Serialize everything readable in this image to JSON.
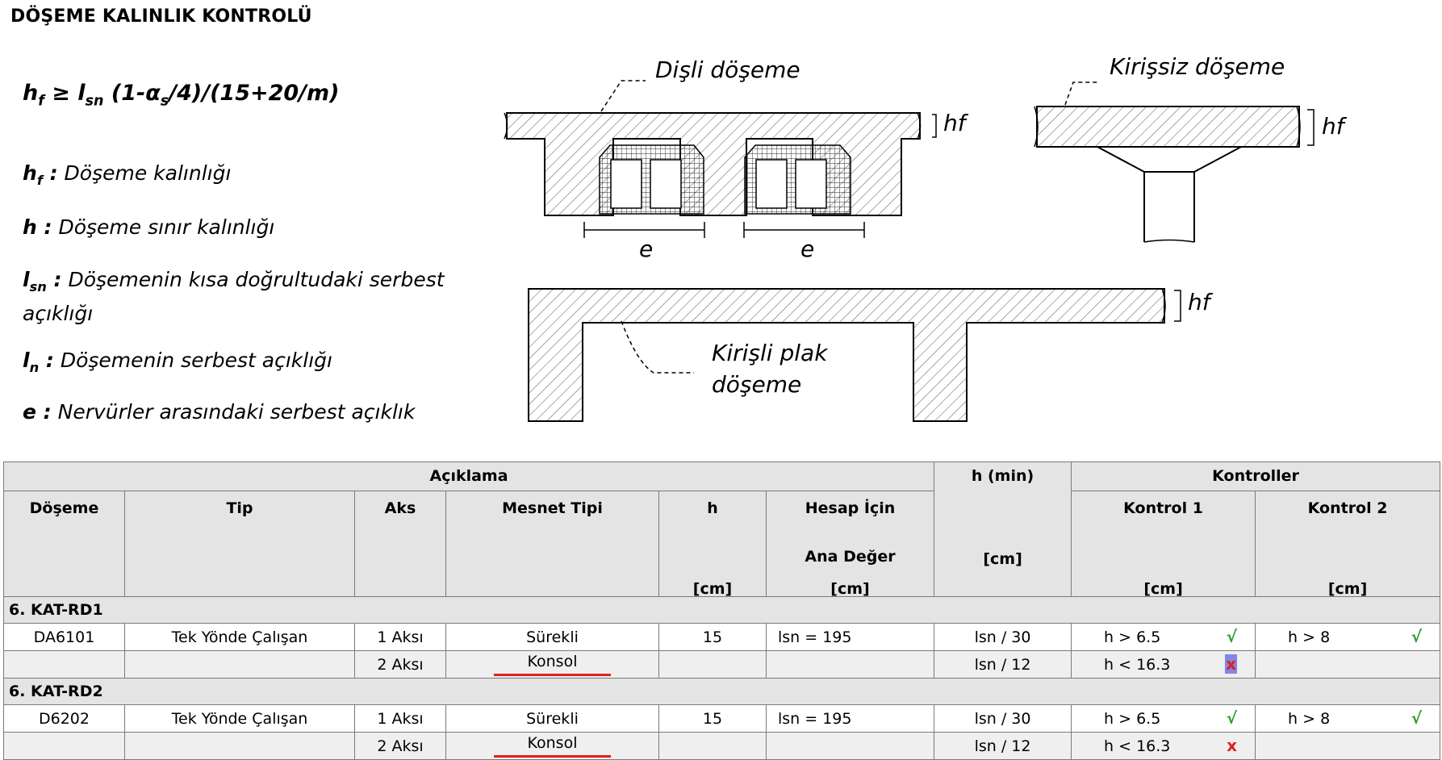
{
  "title": "DÖŞEME KALINLIK KONTROLÜ",
  "formula": "hf ≥ lsn (1-αs/4)/(15+20/m)",
  "definitions": {
    "hf": "Döşeme kalınlığı",
    "h": "Döşeme sınır kalınlığı",
    "lsn": "Döşemenin kısa doğrultudaki serbest açıklığı",
    "ln": "Döşemenin serbest açıklığı",
    "e": "Nervürler arasındaki serbest açıklık"
  },
  "diagram": {
    "disli": "Dişli döşeme",
    "kirissiz": "Kirişsiz döşeme",
    "kirisli_1": "Kirişli plak",
    "kirisli_2": "döşeme",
    "hf": "hf",
    "e": "e"
  },
  "table": {
    "head": {
      "aciklama": "Açıklama",
      "hmin": "h (min)",
      "kontroller": "Kontroller",
      "doseme": "Döşeme",
      "tip": "Tip",
      "aks": "Aks",
      "mesnet": "Mesnet Tipi",
      "h": "h",
      "hesap1": "Hesap İçin",
      "hesap2": "Ana Değer",
      "kontrol1": "Kontrol 1",
      "kontrol2": "Kontrol 2",
      "unit": "[cm]"
    },
    "groups": [
      {
        "name": "6. KAT-RD1",
        "rows": [
          {
            "doseme": "DA6101",
            "tip": "Tek Yönde Çalışan",
            "aks": "1 Aksı",
            "mesnet": "Sürekli",
            "h": "15",
            "ana": "lsn = 195",
            "hmin": "lsn / 30",
            "k1": "h > 6.5",
            "k1mark": "√",
            "k2": "h > 8",
            "k2mark": "√"
          },
          {
            "doseme": "",
            "tip": "",
            "aks": "2 Aksı",
            "mesnet": "Konsol",
            "h": "",
            "ana": "",
            "hmin": "lsn / 12",
            "k1": "h < 16.3",
            "k1mark": "x",
            "k2": "",
            "k2mark": ""
          }
        ]
      },
      {
        "name": "6. KAT-RD2",
        "rows": [
          {
            "doseme": "D6202",
            "tip": "Tek Yönde Çalışan",
            "aks": "1 Aksı",
            "mesnet": "Sürekli",
            "h": "15",
            "ana": "lsn = 195",
            "hmin": "lsn / 30",
            "k1": "h > 6.5",
            "k1mark": "√",
            "k2": "h > 8",
            "k2mark": "√"
          },
          {
            "doseme": "",
            "tip": "",
            "aks": "2 Aksı",
            "mesnet": "Konsol",
            "h": "",
            "ana": "",
            "hmin": "lsn / 12",
            "k1": "h < 16.3",
            "k1mark": "x",
            "k2": "",
            "k2mark": ""
          }
        ]
      }
    ]
  },
  "colors": {
    "ok": "#2e9b2e",
    "fail": "#e0201a",
    "header_bg": "#e4e4e4",
    "highlight": "#7f86e8"
  }
}
